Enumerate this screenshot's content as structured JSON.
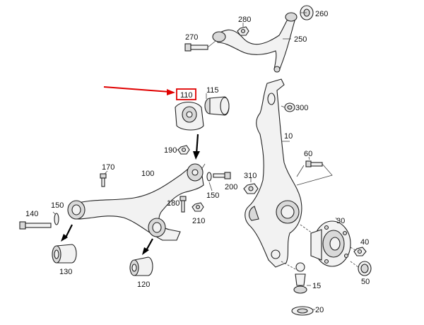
{
  "colors": {
    "highlight": "#e00000",
    "line": "#222222",
    "part_fill": "#f2f2f2"
  },
  "callouts": {
    "c10": "10",
    "c15": "15",
    "c20": "20",
    "c30": "30",
    "c40": "40",
    "c50": "50",
    "c60": "60",
    "c100": "100",
    "c110": "110",
    "c115": "115",
    "c120": "120",
    "c130": "130",
    "c140": "140",
    "c150a": "150",
    "c150b": "150",
    "c170": "170",
    "c180": "180",
    "c190": "190",
    "c200": "200",
    "c210": "210",
    "c250": "250",
    "c260": "260",
    "c270": "270",
    "c280": "280",
    "c300": "300",
    "c310": "310"
  },
  "highlighted_callout": "110"
}
